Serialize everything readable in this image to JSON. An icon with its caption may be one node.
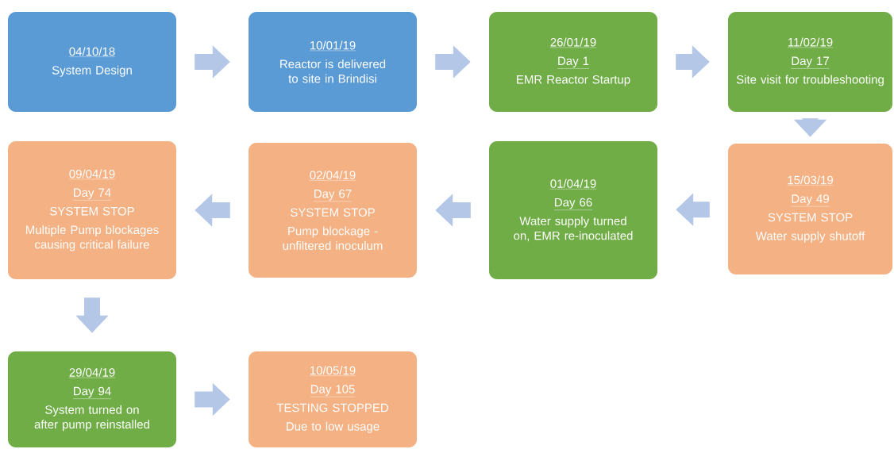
{
  "diagram": {
    "nodes": [
      {
        "text": [
          "04/10/18",
          "System Design"
        ]
      },
      {
        "text": [
          "10/01/19",
          "Reactor is delivered to site in Brindisi"
        ]
      },
      {
        "text": [
          "26/01/19",
          "Day 1",
          "EMR Reactor Startup"
        ]
      },
      {
        "text": [
          "11/02/19",
          "Day 17",
          "Site visit for troubleshooting"
        ]
      },
      {
        "text": [
          "15/03/19",
          "Day 49",
          "SYSTEM STOP",
          "Water supply shutoff"
        ]
      },
      {
        "text": [
          "01/04/19",
          "Day 66",
          "Water supply turned on, EMR re-inoculated"
        ]
      },
      {
        "text": [
          "02/04/19",
          "Day 67",
          "SYSTEM STOP",
          "Pump blockage - unfiltered inoculum"
        ]
      },
      {
        "text": [
          "09/04/19",
          "Day 74",
          "SYSTEM STOP",
          "Multiple Pump blockages causing critical failure"
        ]
      },
      {
        "text": [
          "29/04/19",
          "Day 94",
          "System turned on after pump reinstalled"
        ]
      },
      {
        "text": [
          "10/05/19",
          "Day 105",
          "TESTING STOPPED",
          "Due to low usage"
        ]
      }
    ],
    "edges": [
      {
        "from": 0,
        "to": 1,
        "arrow": "to"
      },
      {
        "from": 1,
        "to": 2,
        "arrow": "to"
      },
      {
        "from": 2,
        "to": 3,
        "arrow": "to"
      },
      {
        "from": 3,
        "to": 4,
        "arrow": "to"
      },
      {
        "from": 4,
        "to": 5,
        "arrow": "to"
      },
      {
        "from": 5,
        "to": 6,
        "arrow": "to"
      },
      {
        "from": 6,
        "to": 7,
        "arrow": "to"
      },
      {
        "from": 7,
        "to": 8,
        "arrow": "to"
      },
      {
        "from": 8,
        "to": 9,
        "arrow": "to"
      }
    ]
  }
}
